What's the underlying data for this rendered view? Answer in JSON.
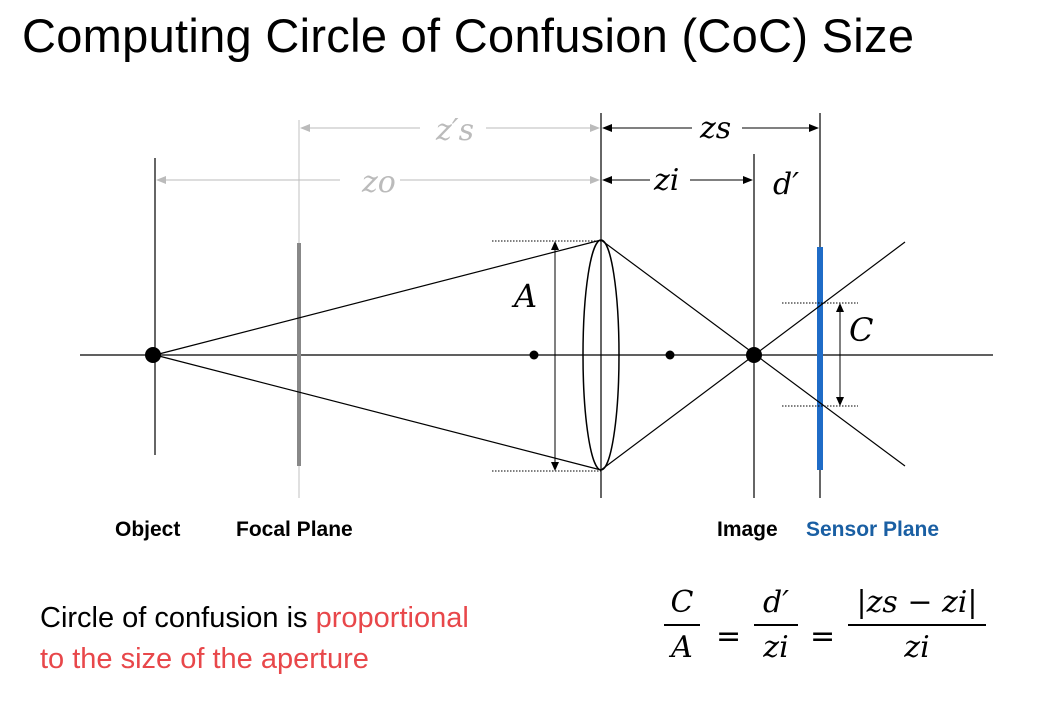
{
  "title": "Computing Circle of Confusion (CoC) Size",
  "labels": {
    "object": "Object",
    "focal_plane": "Focal Plane",
    "image": "Image",
    "sensor_plane": "Sensor Plane"
  },
  "symbols": {
    "zs_prime": "z′s",
    "zo": "zo",
    "zs": "zs",
    "zi": "zi",
    "d_prime": "d′",
    "A": "A",
    "C": "C"
  },
  "caption": {
    "plain": "Circle of confusion is ",
    "highlight_1": "proportional",
    "highlight_2": "to the size of the aperture"
  },
  "equation": {
    "f1_num": "C",
    "f1_den": "A",
    "eq1": "=",
    "f2_num": "d′",
    "f2_den": "zi",
    "eq2": "=",
    "f3_num": "|zs − zi|",
    "f3_den": "zi"
  },
  "colors": {
    "sensor": "#1f6cc7",
    "focal": "#888888",
    "highlight": "#e8474a",
    "faded": "#bbbbbb",
    "sensor_label": "#1a5fa3"
  }
}
